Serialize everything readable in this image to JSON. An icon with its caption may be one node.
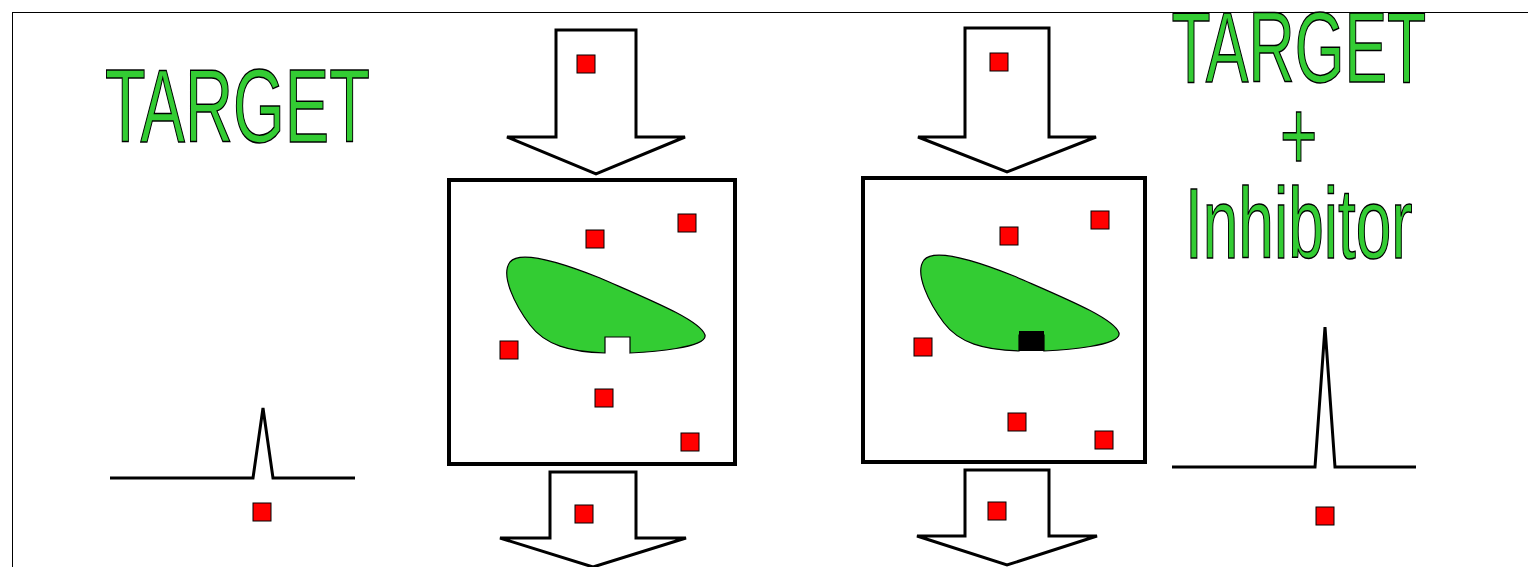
{
  "diagram": {
    "nodes": [
      {
        "text": [],
        "shape": "box"
      },
      {
        "text": [],
        "shape": "box"
      }
    ],
    "edges": [
      {
        "from": null,
        "to": 0,
        "arrow": "to"
      },
      {
        "from": 0,
        "to": null,
        "arrow": "to"
      },
      {
        "from": null,
        "to": 1,
        "arrow": "to"
      },
      {
        "from": 1,
        "to": null,
        "arrow": "to"
      }
    ],
    "labels": [
      "TARGET",
      "TARGET + Inhibitor"
    ]
  }
}
